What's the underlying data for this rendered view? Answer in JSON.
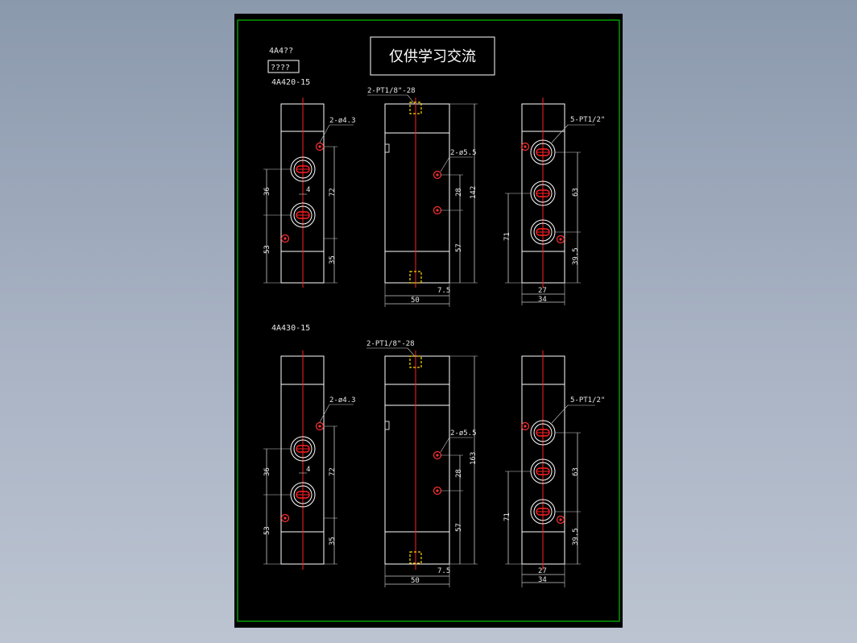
{
  "drawing": {
    "title_box": "仅供学习交流",
    "series_label": "4A4??",
    "series_sub_label": "????",
    "sections": [
      {
        "model": "4A420-15",
        "port_top_label": "2-PT1/8\"-28",
        "mount_hole_front": "2-ø4.3",
        "mount_hole_side": "2-ø5.5",
        "ports_label": "5-PT1/2\"",
        "dims": {
          "d36": "36",
          "d53": "53",
          "d4": "4",
          "d72": "72",
          "d35": "35",
          "d28": "28",
          "d57": "57",
          "height": "142",
          "d7_5": "7.5",
          "d50": "50",
          "d63": "63",
          "d71": "71",
          "d39_5": "39.5",
          "d27": "27",
          "d34": "34"
        }
      },
      {
        "model": "4A430-15",
        "port_top_label": "2-PT1/8\"-28",
        "mount_hole_front": "2-ø4.3",
        "mount_hole_side": "2-ø5.5",
        "ports_label": "5-PT1/2\"",
        "dims": {
          "d36": "36",
          "d53": "53",
          "d4": "4",
          "d72": "72",
          "d35": "35",
          "d28": "28",
          "d57": "57",
          "height": "163",
          "d7_5": "7.5",
          "d50": "50",
          "d63": "63",
          "d71": "71",
          "d39_5": "39.5",
          "d27": "27",
          "d34": "34"
        }
      }
    ],
    "colors": {
      "background": "#000000",
      "frame": "#00c000",
      "outline": "#ffffff",
      "centerline": "#ff2020",
      "hidden": "#ffd400",
      "dimension": "#e8e8e8"
    }
  }
}
